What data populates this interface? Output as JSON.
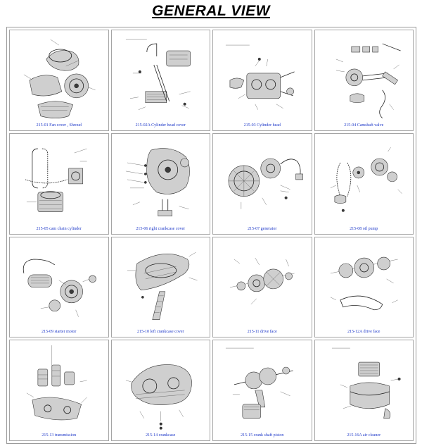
{
  "page": {
    "title": "GENERAL VIEW"
  },
  "cells": [
    {
      "caption": "215-01 Fan cover , Shroud"
    },
    {
      "caption": "215-02A Cylinder head cover"
    },
    {
      "caption": "215-03 Cylinder head"
    },
    {
      "caption": "215-04 Camshaft valve"
    },
    {
      "caption": "215-05 cam chain  cylinder"
    },
    {
      "caption": "215-06 right crankcase cover"
    },
    {
      "caption": "215-07 generator"
    },
    {
      "caption": "215-08 oil pump"
    },
    {
      "caption": "215-09 starter motor"
    },
    {
      "caption": "215-10 left crankcase cover"
    },
    {
      "caption": "215-11 drive face"
    },
    {
      "caption": "215-12A  drive face"
    },
    {
      "caption": "215-13 transmission"
    },
    {
      "caption": "215-14 crankcase"
    },
    {
      "caption": "215-15 crank shaft  piston"
    },
    {
      "caption": "215-16A  air cleaner"
    }
  ]
}
